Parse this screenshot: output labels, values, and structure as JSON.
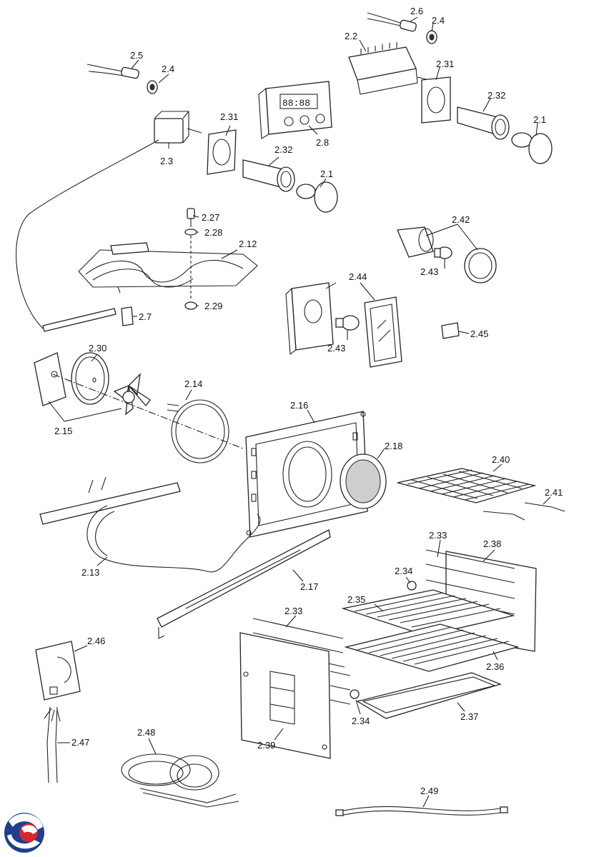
{
  "labels": {
    "l2_6": "2.6",
    "l2_4a": "2.4",
    "l2_2": "2.2",
    "l2_31a": "2.31",
    "l2_32a": "2.32",
    "l2_1a": "2.1",
    "l2_5": "2.5",
    "l2_4b": "2.4",
    "l2_3": "2.3",
    "l2_31b": "2.31",
    "l2_32b": "2.32",
    "l2_1b": "2.1",
    "l2_8": "2.8",
    "l2_27": "2.27",
    "l2_28": "2.28",
    "l2_12": "2.12",
    "l2_29": "2.29",
    "l2_7": "2.7",
    "l2_42": "2.42",
    "l2_43a": "2.43",
    "l2_44": "2.44",
    "l2_43b": "2.43",
    "l2_45": "2.45",
    "l2_30": "2.30",
    "l2_15": "2.15",
    "l2_14": "2.14",
    "l2_16": "2.16",
    "l2_18": "2.18",
    "l2_40": "2.40",
    "l2_41": "2.41",
    "l2_13": "2.13",
    "l2_17": "2.17",
    "l2_33a": "2.33",
    "l2_38": "2.38",
    "l2_34a": "2.34",
    "l2_35": "2.35",
    "l2_36": "2.36",
    "l2_33b": "2.33",
    "l2_37": "2.37",
    "l2_34b": "2.34",
    "l2_39": "2.39",
    "l2_46": "2.46",
    "l2_47": "2.47",
    "l2_48": "2.48",
    "l2_49": "2.49"
  },
  "display": {
    "digits": "88:88"
  },
  "colors": {
    "logo_blue": "#1f3f8f",
    "logo_red": "#d8262e",
    "line": "#111111"
  },
  "logo": {
    "icon": "brand-swirl-icon"
  }
}
